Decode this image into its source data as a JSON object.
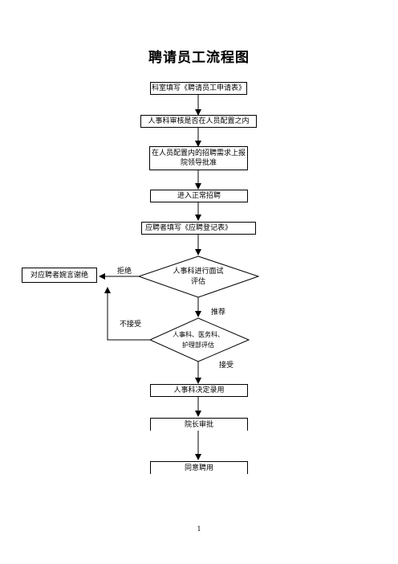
{
  "title": "聘请员工流程图",
  "steps": {
    "s1": "科室填写《聘请员工申请表》",
    "s2": "人事科审核是否在人员配置之内",
    "s3_line1": "在人员配置内的招聘需求上报",
    "s3_line2": "院领导批准",
    "s4": "进入正常招聘",
    "s5": "应聘者填写《应聘登记表》",
    "d1_line1": "人事科进行面试",
    "d1_line2": "评估",
    "reject_box": "对应聘者婉言谢绝",
    "d2_line1": "人事科、医务科、",
    "d2_line2": "护理部评估",
    "s6": "人事科决定录用",
    "s7": "院长审批",
    "s8": "同意聘用"
  },
  "labels": {
    "reject": "拒绝",
    "recommend": "推荐",
    "not_accept": "不接受",
    "accept": "接受"
  },
  "page_number": "1"
}
